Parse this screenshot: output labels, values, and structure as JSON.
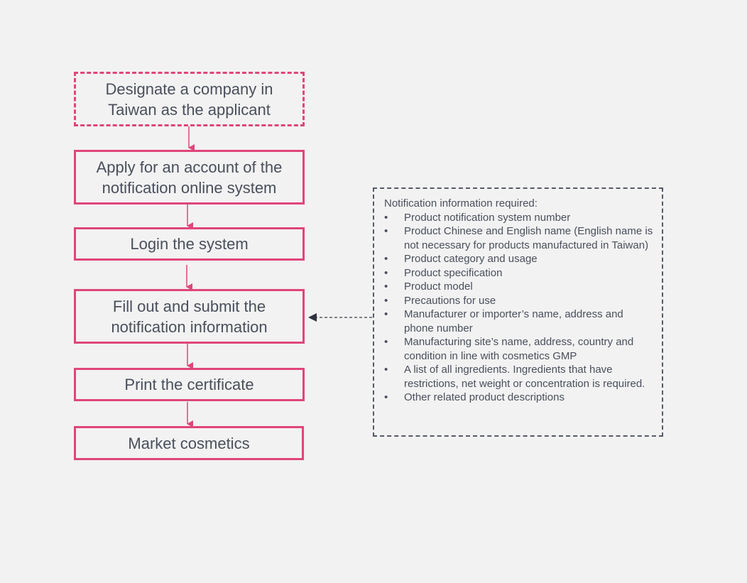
{
  "colors": {
    "accent": "#e0457b",
    "text": "#4a4f5c",
    "note_border": "#555a66",
    "background": "#f2f2f2"
  },
  "steps": [
    {
      "label": "Designate a company in Taiwan as the applicant"
    },
    {
      "label": "Apply for an account of the notification online system"
    },
    {
      "label": "Login the system"
    },
    {
      "label": "Fill out and submit the notification information"
    },
    {
      "label": "Print the certificate"
    },
    {
      "label": "Market cosmetics"
    }
  ],
  "note": {
    "title": "Notification information required:",
    "bullet": "•",
    "items": [
      "Product notification system number",
      "Product Chinese and English name (English name is not necessary for products manufactured in Taiwan)",
      "Product category and usage",
      "Product specification",
      "Product model",
      "Precautions for use",
      "Manufacturer or importer’s name, address and phone number",
      "Manufacturing site’s name, address, country and condition in line with cosmetics GMP",
      "A list of all ingredients. Ingredients that have restrictions, net weight or concentration is required.",
      "Other related product descriptions"
    ]
  }
}
